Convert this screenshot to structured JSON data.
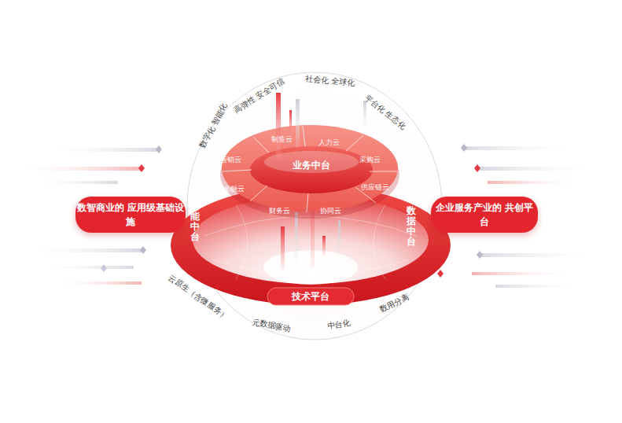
{
  "diagram": {
    "nodes": [
      {
        "text": [
          "数智商业的 应用级基础设施"
        ]
      },
      {
        "text": [
          "智能中台",
          "数据中台",
          "技术平台"
        ]
      },
      {
        "text": [
          "业务中台"
        ]
      },
      {
        "text": [
          "制造云"
        ],
        "in": 2
      },
      {
        "text": [
          "人力云"
        ],
        "in": 2
      },
      {
        "text": [
          "采购云"
        ],
        "in": 2
      },
      {
        "text": [
          "供应链云"
        ],
        "in": 2
      },
      {
        "text": [
          "协同云"
        ],
        "in": 2
      },
      {
        "text": [
          "财务云"
        ],
        "in": 2
      },
      {
        "text": [
          "金融云"
        ],
        "in": 2
      },
      {
        "text": [
          "营销云"
        ],
        "in": 2
      },
      {
        "text": [
          "企业服务产业的 共创平台"
        ]
      }
    ],
    "labels": [
      "数字化 智能化",
      "高弹性 安全可信",
      "社会化 全球化",
      "平台化 生态化",
      "云原生（含微服务）",
      "元数据驱动",
      "中台化",
      "数用分离"
    ]
  }
}
